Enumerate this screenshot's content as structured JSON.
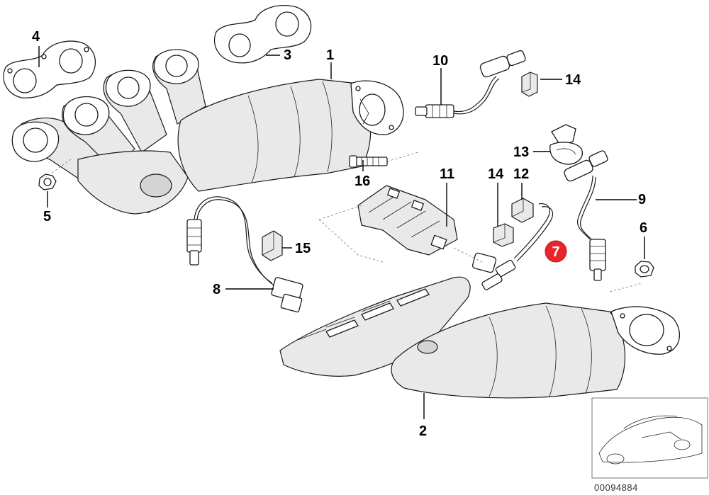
{
  "diagram": {
    "diagram_id": "00094884",
    "highlighted_callout": "7",
    "callouts": [
      {
        "id": "c1",
        "label": "1"
      },
      {
        "id": "c2",
        "label": "2"
      },
      {
        "id": "c3",
        "label": "3"
      },
      {
        "id": "c4",
        "label": "4"
      },
      {
        "id": "c5",
        "label": "5"
      },
      {
        "id": "c6",
        "label": "6"
      },
      {
        "id": "c7",
        "label": "7"
      },
      {
        "id": "c8",
        "label": "8"
      },
      {
        "id": "c9",
        "label": "9"
      },
      {
        "id": "c10",
        "label": "10"
      },
      {
        "id": "c11",
        "label": "11"
      },
      {
        "id": "c12",
        "label": "12"
      },
      {
        "id": "c13",
        "label": "13"
      },
      {
        "id": "c14a",
        "label": "14"
      },
      {
        "id": "c14b",
        "label": "14"
      },
      {
        "id": "c15",
        "label": "15"
      },
      {
        "id": "c16",
        "label": "16"
      }
    ]
  }
}
